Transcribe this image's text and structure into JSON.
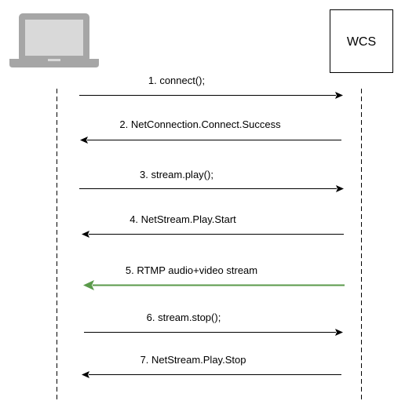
{
  "participants": {
    "client": {
      "icon": "laptop-icon"
    },
    "server": {
      "label": "WCS"
    }
  },
  "colors": {
    "line": "#000000",
    "highlight": "#5a9a4a",
    "laptop_body": "#a6a6a6",
    "laptop_screen": "#d9d9d9"
  },
  "messages": [
    {
      "label": "1. connect();",
      "direction": "to-server"
    },
    {
      "label": "2. NetConnection.Connect.Success",
      "direction": "to-client"
    },
    {
      "label": "3. stream.play();",
      "direction": "to-server"
    },
    {
      "label": "4. NetStream.Play.Start",
      "direction": "to-client"
    },
    {
      "label": "5. RTMP audio+video stream",
      "direction": "to-client",
      "highlight": true
    },
    {
      "label": "6. stream.stop();",
      "direction": "to-server"
    },
    {
      "label": "7. NetStream.Play.Stop",
      "direction": "to-client"
    }
  ]
}
